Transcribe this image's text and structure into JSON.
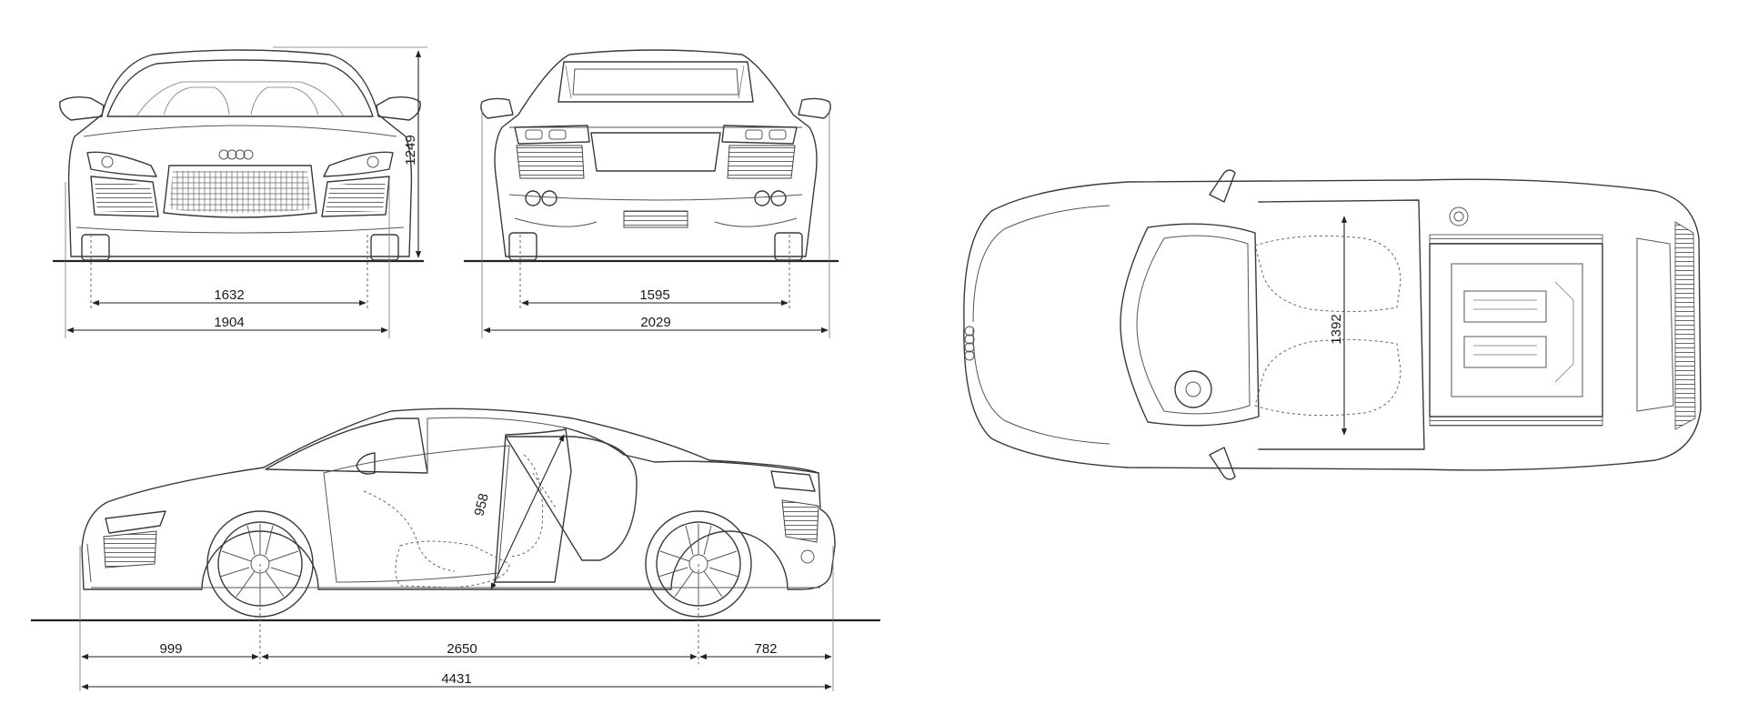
{
  "dimensions": {
    "front_height": "1249",
    "front_track": "1632",
    "front_width": "1904",
    "rear_track": "1595",
    "rear_width_mirrors": "2029",
    "front_overhang": "999",
    "wheelbase": "2650",
    "rear_overhang": "782",
    "overall_length": "4431",
    "door_opening": "958",
    "interior_width": "1392"
  }
}
